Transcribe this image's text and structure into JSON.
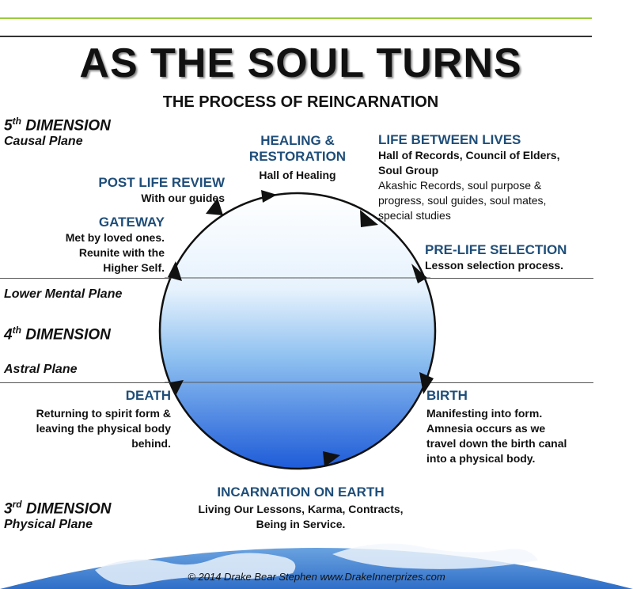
{
  "title": "AS THE SOUL TURNS",
  "subtitle": "THE PROCESS OF REINCARNATION",
  "dimensions": {
    "fifth": {
      "num": "5",
      "sup": "th",
      "label": "DIMENSION",
      "plane": "Causal Plane"
    },
    "lower_mental": "Lower Mental Plane",
    "fourth": {
      "num": "4",
      "sup": "th",
      "label": "DIMENSION",
      "plane": "Astral Plane"
    },
    "third": {
      "num": "3",
      "sup": "rd",
      "label": "DIMENSION",
      "plane": "Physical Plane"
    }
  },
  "stages": {
    "healing": {
      "title_line1": "HEALING &",
      "title_line2": "RESTORATION",
      "text": "Hall of Healing"
    },
    "life_between": {
      "title": "LIFE BETWEEN LIVES",
      "lines": [
        "Hall of Records, Council of Elders,",
        "Soul Group"
      ],
      "detail": [
        "Akashic Records, soul purpose &",
        "progress, soul guides, soul mates,",
        "special studies"
      ]
    },
    "post_life": {
      "title": "POST LIFE REVIEW",
      "text": "With our guides"
    },
    "gateway": {
      "title": "GATEWAY",
      "lines": [
        "Met by loved ones.",
        "Reunite with the",
        "Higher Self."
      ]
    },
    "pre_life": {
      "title": "PRE-LIFE SELECTION",
      "text": "Lesson selection process."
    },
    "death": {
      "title": "DEATH",
      "lines": [
        "Returning to spirit form &",
        "leaving the  physical body",
        "behind."
      ]
    },
    "birth": {
      "title": "BIRTH",
      "lines": [
        "Manifesting into form.",
        "Amnesia occurs as we",
        "travel down the birth canal",
        "into a physical body."
      ]
    },
    "incarnation": {
      "title": "INCARNATION ON EARTH",
      "lines": [
        "Living Our Lessons, Karma, Contracts,",
        "Being in Service."
      ]
    }
  },
  "copyright": "© 2014 Drake Bear Stephen www.DrakeInnerprizes.com",
  "colors": {
    "heading_blue": "#1f4e79",
    "accent_green": "#9ccc3c",
    "sphere_top": "#ffffff",
    "sphere_bottom": "#1e5bd8"
  }
}
